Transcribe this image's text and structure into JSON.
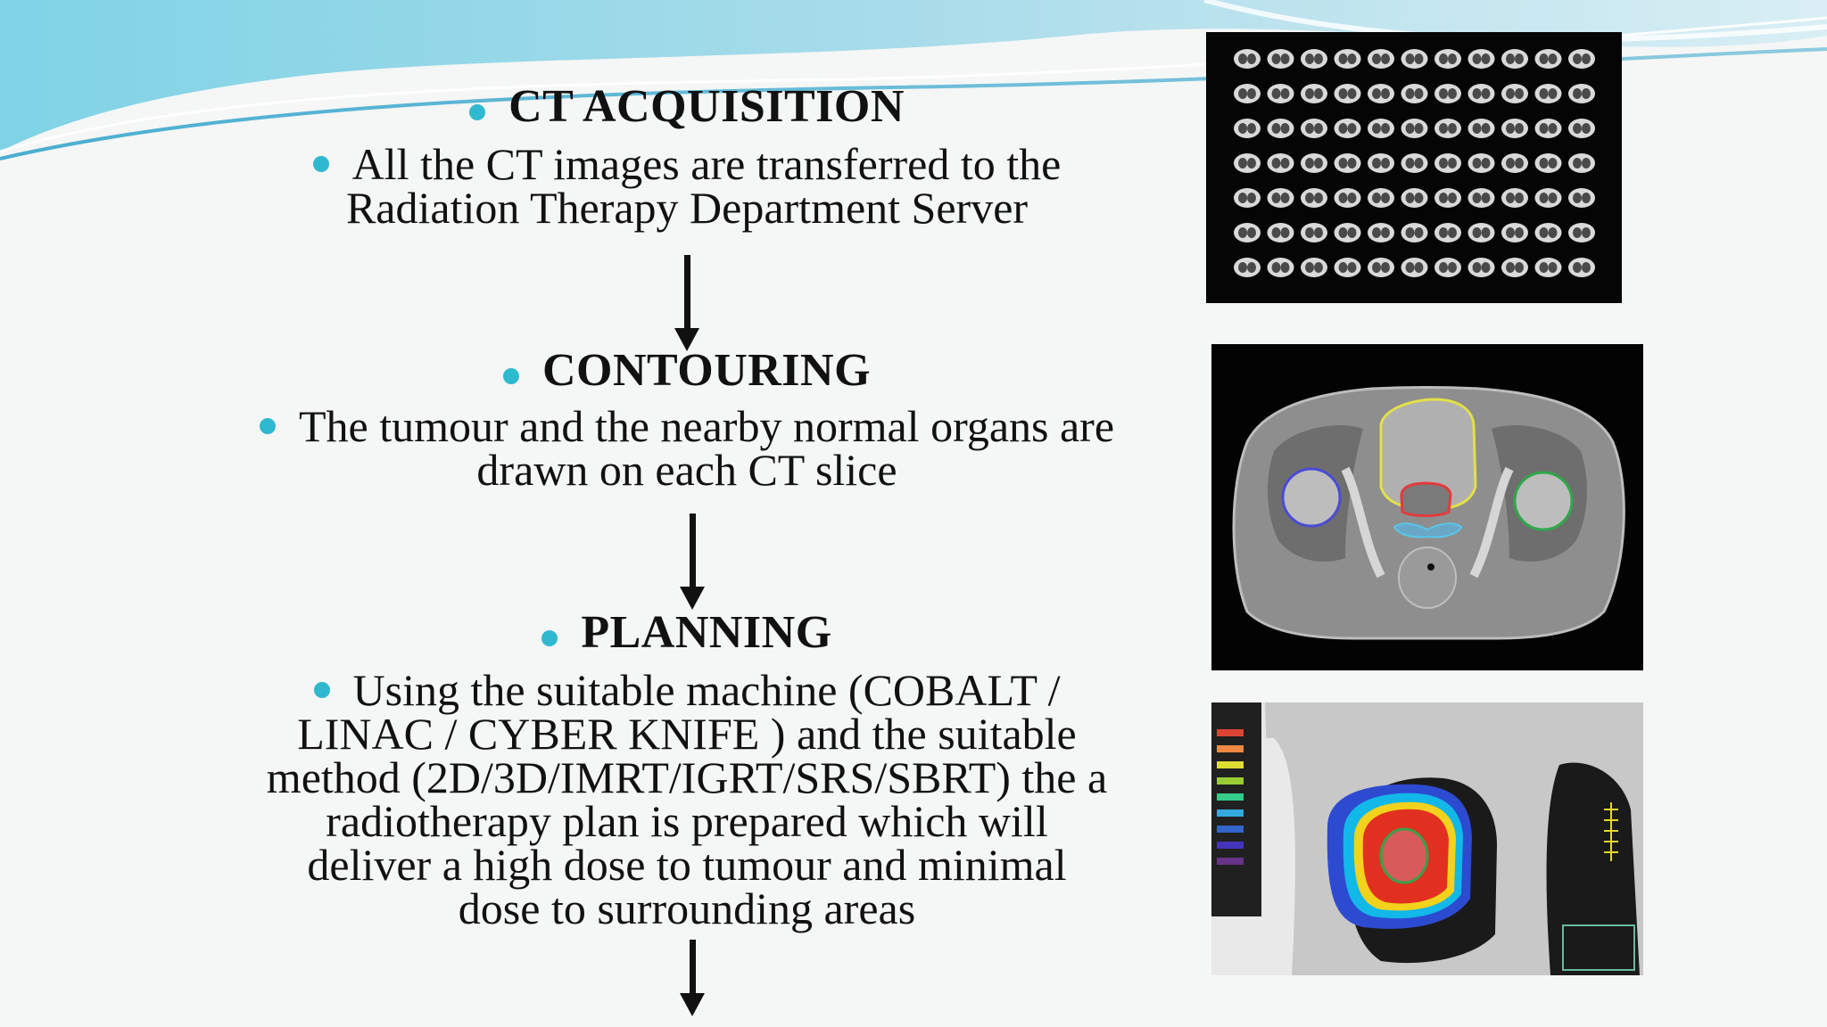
{
  "slide": {
    "steps": [
      {
        "heading": "CT ACQUISITION",
        "lines": [
          "All the CT images are transferred to the",
          "Radiation Therapy Department Server"
        ]
      },
      {
        "heading": "CONTOURING",
        "lines": [
          "The tumour and the nearby normal organs are",
          "drawn on each CT slice"
        ]
      },
      {
        "heading": "PLANNING",
        "lines": [
          "Using the suitable machine (COBALT /",
          "LINAC / CYBER KNIFE ) and the suitable",
          "method (2D/3D/IMRT/IGRT/SRS/SBRT) the a",
          "radiotherapy plan is prepared which will",
          "deliver a high dose to tumour and minimal",
          "dose to surrounding areas"
        ]
      }
    ],
    "colors": {
      "bullet": "#2fb9cf",
      "wave_light": "#bfe6f0",
      "wave_dark": "#5fb8d6",
      "text": "#111111"
    },
    "images": [
      {
        "name": "ct-slice-grid",
        "icon": "ct-scan-grid-image"
      },
      {
        "name": "contour-axial-ct",
        "icon": "axial-ct-contour-image"
      },
      {
        "name": "dose-distribution-ct",
        "icon": "dose-colorwash-image"
      }
    ]
  }
}
